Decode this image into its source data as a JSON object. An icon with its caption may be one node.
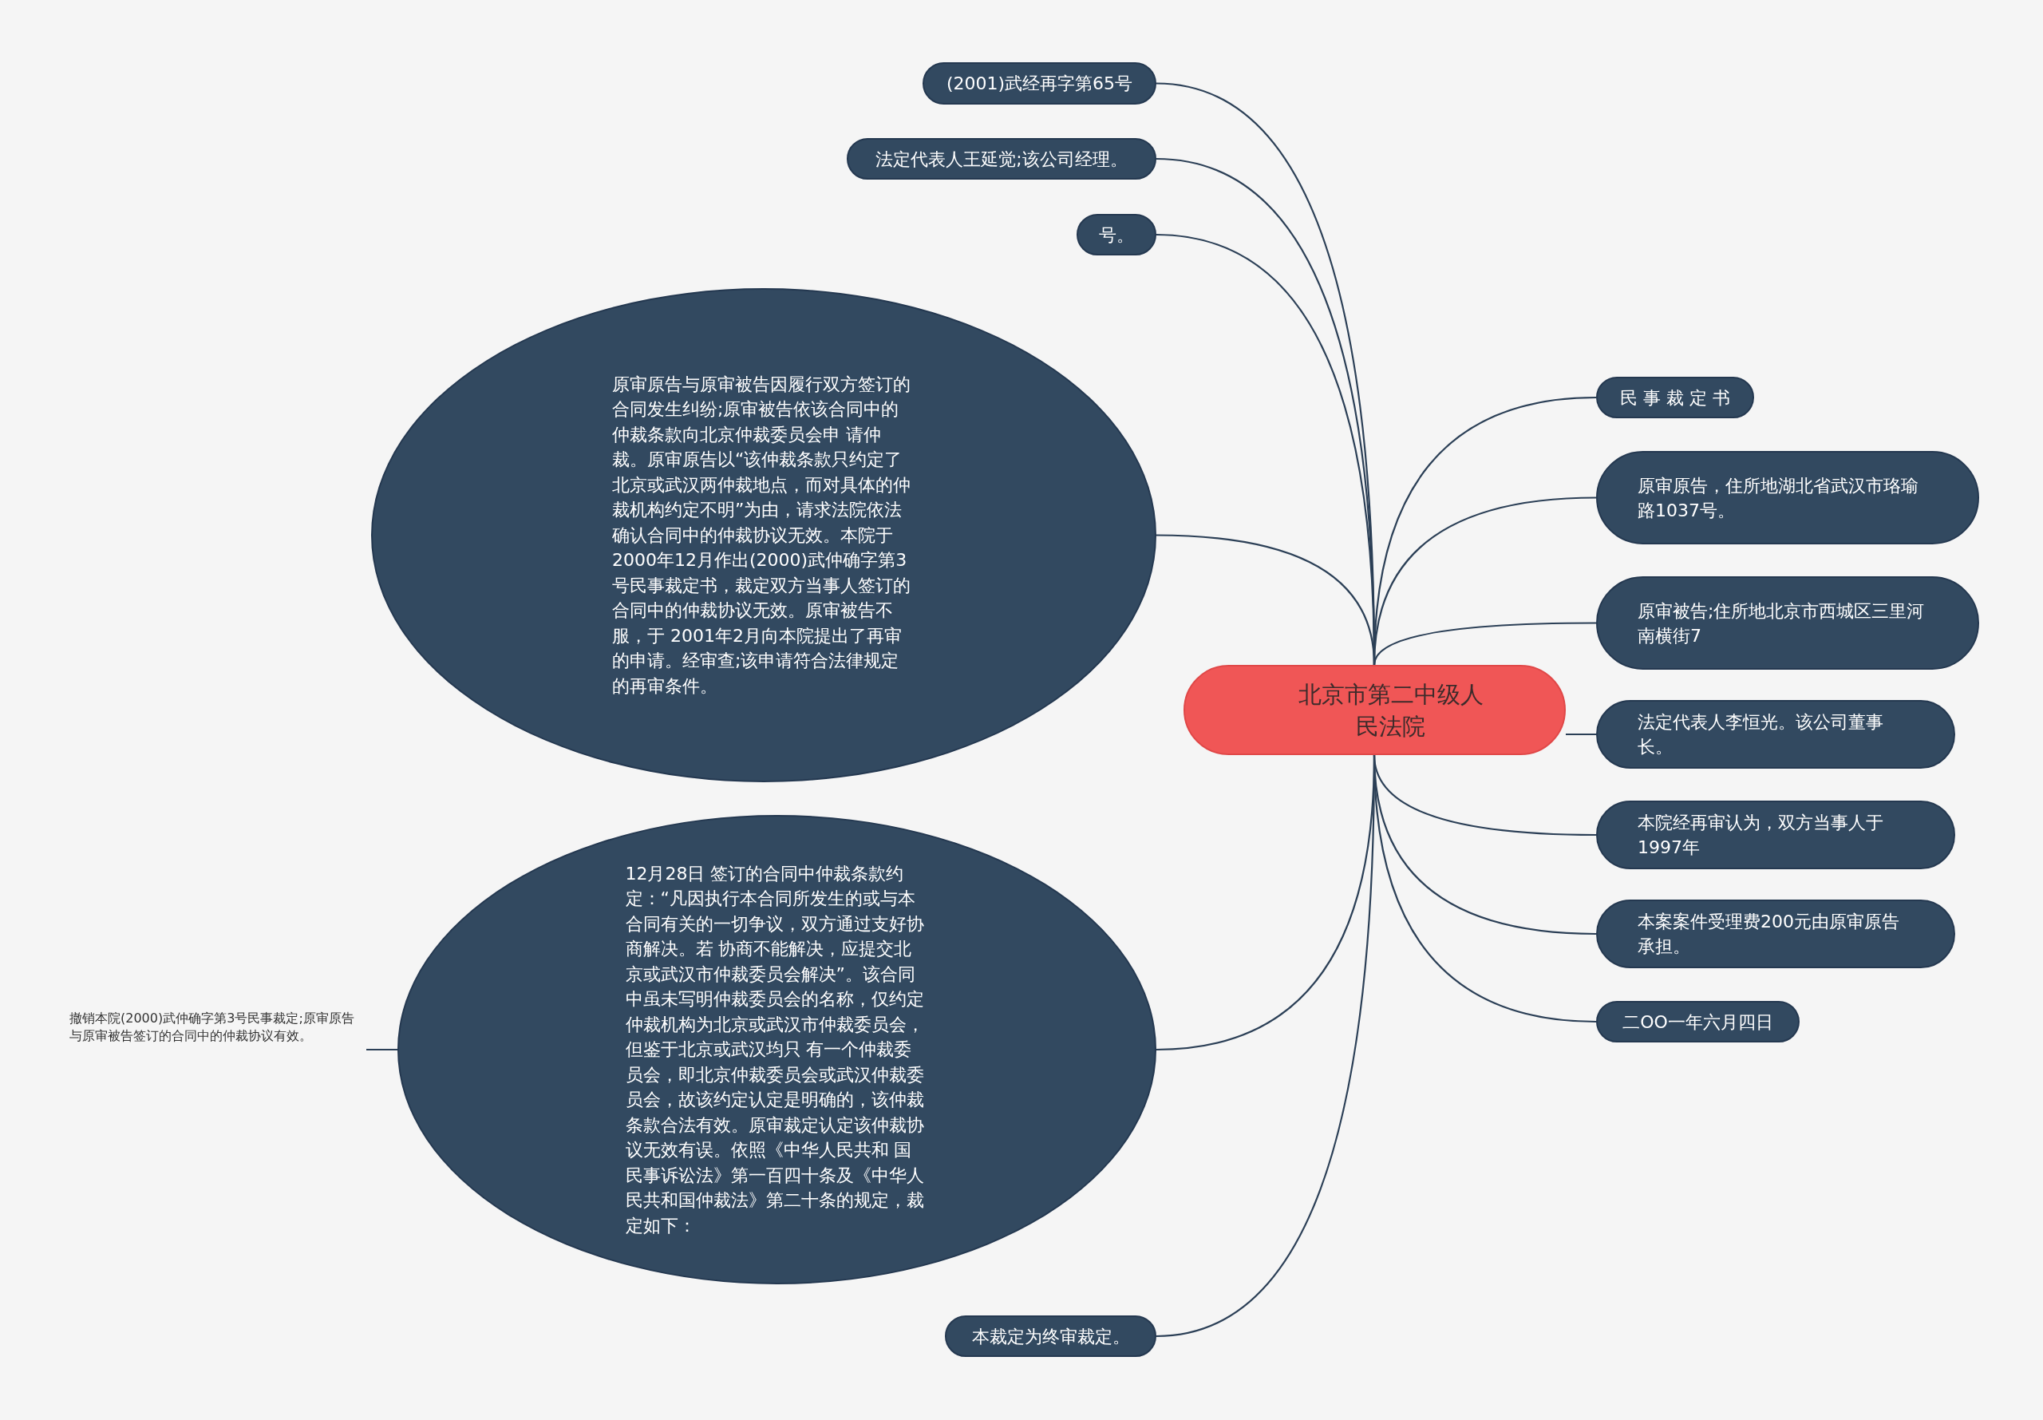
{
  "diagram": {
    "nodes": [
      {
        "text": [
          "北京市第二中级人民法院"
        ]
      },
      {
        "text": [
          "(2001)武经再字第65号"
        ]
      },
      {
        "text": [
          "法定代表人王延觉;该公司经理。"
        ]
      },
      {
        "text": [
          "号。"
        ]
      },
      {
        "text": [
          "原审原告与原审被告因履行双方签订的合同发生纠纷;原审被告依该合同中的仲裁条款向北京仲裁委员会申 请仲裁。原审原告以“该仲裁条款只约定了北京或武汉两仲裁地点，而对具体的仲裁机构约定不明”为由，请求法院依法确认合同中的仲裁协议无效。本院于2000年12月作出(2000)武仲确字第3号民事裁定书，裁定双方当事人签订的合同中的仲裁协议无效。原审被告不服，于 2001年2月向本院提出了再审的申请。经审查;该申请符合法律规定的再审条件。"
        ]
      },
      {
        "text": [
          "12月28日 签订的合同中仲裁条款约定：“凡因执行本合同所发生的或与本合同有关的一切争议，双方通过支好协商解决。若 协商不能解决，应提交北京或武汉市仲裁委员会解决”。该合同中虽未写明仲裁委员会的名称，仅约定仲裁机构为北京或武汉市仲裁委员会，但鉴于北京或武汉均只 有一个仲裁委员会，即北京仲裁委员会或武汉仲裁委员会，故该约定认定是明确的，该仲裁条款合法有效。原审裁定认定该仲裁协议无效有误。依照《中华人民共和 国民事诉讼法》第一百四十条及《中华人民共和国仲裁法》第二十条的规定，裁定如下："
        ]
      },
      {
        "text": [
          "撤销本院(2000)武仲确字第3号民事裁定;原审原告与原审被告签订的合同中的仲裁协议有效。"
        ]
      },
      {
        "text": [
          "本裁定为终审裁定。"
        ]
      },
      {
        "text": [
          "民 事 裁 定 书"
        ]
      },
      {
        "text": [
          "原审原告，住所地湖北省武汉市珞瑜路1037号。"
        ]
      },
      {
        "text": [
          "原审被告;住所地北京市西城区三里河南横街7"
        ]
      },
      {
        "text": [
          "法定代表人李恒光。该公司董事长。"
        ]
      },
      {
        "text": [
          "本院经再审认为，双方当事人于1997年"
        ]
      },
      {
        "text": [
          "本案案件受理费200元由原审原告承担。"
        ]
      },
      {
        "text": [
          "二OO一年六月四日"
        ]
      }
    ],
    "edges": [
      {
        "from": 0,
        "to": 1,
        "arrow": "none"
      },
      {
        "from": 0,
        "to": 2,
        "arrow": "none"
      },
      {
        "from": 0,
        "to": 3,
        "arrow": "none"
      },
      {
        "from": 0,
        "to": 4,
        "arrow": "none"
      },
      {
        "from": 0,
        "to": 5,
        "arrow": "none"
      },
      {
        "from": 5,
        "to": 6,
        "arrow": "none"
      },
      {
        "from": 0,
        "to": 7,
        "arrow": "none"
      },
      {
        "from": 0,
        "to": 8,
        "arrow": "none"
      },
      {
        "from": 0,
        "to": 9,
        "arrow": "none"
      },
      {
        "from": 0,
        "to": 10,
        "arrow": "none"
      },
      {
        "from": 0,
        "to": 11,
        "arrow": "none"
      },
      {
        "from": 0,
        "to": 12,
        "arrow": "none"
      },
      {
        "from": 0,
        "to": 13,
        "arrow": "none"
      },
      {
        "from": 0,
        "to": 14,
        "arrow": "none"
      }
    ]
  }
}
